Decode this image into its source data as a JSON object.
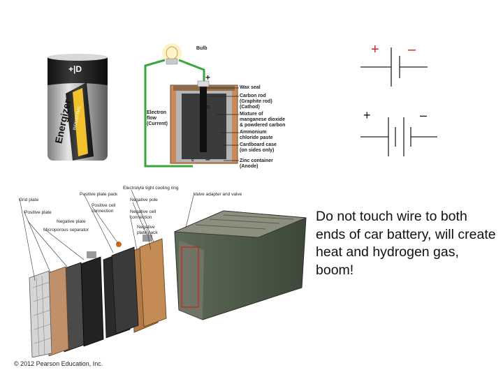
{
  "cell_diagram": {
    "battery_terminal_label": "+|D",
    "brand_text": "Energizer",
    "brand_subtext": "INDUSTRIAL",
    "labels": {
      "bulb": "Bulb",
      "plus": "+",
      "minus": "–",
      "wax_seal": "Wax seal",
      "carbon_rod": "Carbon rod\n(Graphite rod)\n(Cathod)",
      "mixture": "Mixture of\nmanganese dioxide\n& powdered carbon",
      "ammonium": "Ammonium\nchloride paste",
      "cardboard": "Cardboard case\n(on sides only)",
      "zinc": "Zinc container\n(Anode)",
      "electron_flow": "Electron\nflow\n(Current)",
      "r_mark": "R",
      "c_mark": "c"
    }
  },
  "symbols": {
    "top_plus": "+",
    "top_minus": "–",
    "bottom_plus": "+",
    "bottom_minus": "–"
  },
  "car_battery": {
    "labels": {
      "electrolyte_ring": "Electrolyte tight cooling ring",
      "positive_plate_pack": "Positive plate pack",
      "valve_adapter": "Valve adapter and valve",
      "grid_plate": "Grid plate",
      "positive_cell_connection": "Positive cell\nconnection",
      "negative_pole": "Negative pole",
      "positive_plate": "Positive plate",
      "negative_cell_connection": "Negative cell\nconnection",
      "negative_plate": "Negative plate",
      "negative_plate_pack": "Negative\nplate pack",
      "microporous_separator": "Microporous separator"
    }
  },
  "caption": "Do not touch wire to both ends of car battery, will create heat and hydrogen gas, boom!",
  "copyright": "© 2012 Pearson Education, Inc.",
  "colors": {
    "battery_body": "#2a2a2a",
    "battery_silver": "#b8b8b8",
    "brand_yellow": "#f2c12e",
    "wire_green": "#3aa63a",
    "case_dark": "#4b5b49",
    "accent_red": "#cc2222"
  }
}
